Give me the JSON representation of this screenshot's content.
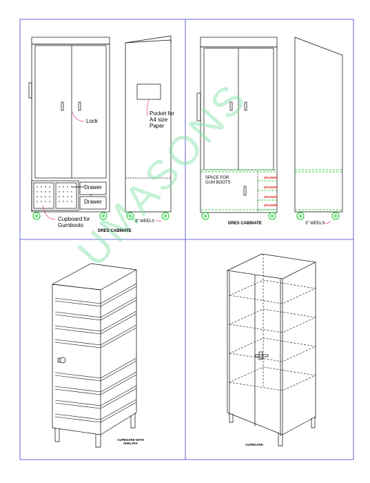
{
  "labels": {
    "lock": "Lock",
    "pocket": "Pocket for\nA4 size\nPaper",
    "cupboard_gumboots": "Cupboard for\nGumboots",
    "drawer_1": "Drawer",
    "drawer_2": "Drawer",
    "weels_1": "3\" WEELS",
    "dres_cabinate_1": "DRES CABINATE",
    "space_gum_boots": "SPACE FOR\nGUM BOOTS",
    "drawer_red_1": "DRAWER",
    "drawer_red_2": "DRAWER",
    "drawer_red_3": "DRAWER",
    "drawer_red_4": "DRAWER",
    "dres_cabinate_2": "DRES CABINATE",
    "weels_2": "3\" WEELS",
    "cupboard_shelves": "CUPBOARD WITH\nSHELVES",
    "cupboard": "CUPBOARD",
    "watermark": "UMASONS"
  },
  "colors": {
    "line": "#000000",
    "grid": "#3a3ad8",
    "green": "#2ecc40",
    "red_text": "#e0281f",
    "pink": "#e0409a"
  }
}
